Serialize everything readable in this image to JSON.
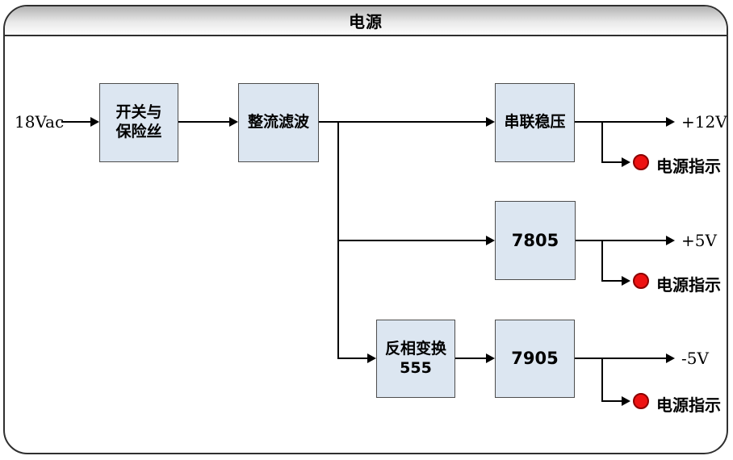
{
  "header": {
    "title": "电源"
  },
  "diagram": {
    "input_label": "18Vac",
    "blocks": [
      {
        "id": "switch-fuse",
        "label": "开关与\n保险丝"
      },
      {
        "id": "rectifier-filter",
        "label": "整流滤波"
      },
      {
        "id": "series-regulator",
        "label": "串联稳压"
      },
      {
        "id": "regulator-7805",
        "label": "7805"
      },
      {
        "id": "inverter-555",
        "label": "反相变换\n555"
      },
      {
        "id": "regulator-7905",
        "label": "7905"
      }
    ],
    "outputs": [
      {
        "label": "+12V",
        "indicator_label": "电源指示"
      },
      {
        "label": "+5V",
        "indicator_label": "电源指示"
      },
      {
        "label": "-5V",
        "indicator_label": "电源指示"
      }
    ],
    "colors": {
      "block_fill": "#dce6f1",
      "block_border": "#4d4d4d",
      "line": "#000000",
      "led_fill": "#ee1111",
      "led_border": "#8b0000",
      "titlebar_gradient_top": "#b3b3b3",
      "titlebar_gradient_bottom": "#fdfdfd",
      "frame_border": "#2f2f2f"
    }
  }
}
